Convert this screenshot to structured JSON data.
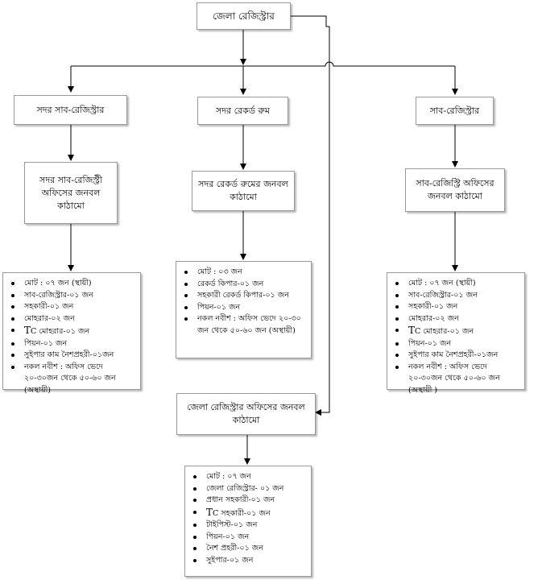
{
  "root": {
    "label": "জেলা রেজিস্ট্রার"
  },
  "columns": {
    "sadar_sub": {
      "title": "সদর সাব-রেজিস্ট্রার",
      "structure": "সদর সাব-রেজিস্ট্রী অফিসের জনবল কাঠামো",
      "items": [
        "মোট : ০৭ জন (স্থায়ী)",
        "সাব-রেজিস্ট্রার-০১ জন",
        "সহকারী-০১ জন",
        "মোহরার-০২ জন",
        "TC মোহরার-০১ জন",
        "পিয়ন-০১ জন",
        "সুইপার কাম নৈশপ্রহরী-০১জন",
        "নকল নবীশ : অফিস ভেদে ২০-৩০জন থেকে ৫০-৬০ জন (অস্থায়ী)"
      ]
    },
    "record_room": {
      "title": "সদর রেকর্ড রুম",
      "structure": "সদর রেকর্ড রুমের জনবল কাঠামো",
      "items": [
        "মোট : ০৩ জন",
        "রেকর্ড কিপার-০১ জন",
        "সহকারী রেকর্ড কিপার-০১ জন",
        "পিয়ন-০১ জন",
        "নকল নবীশ : অফিস ভেদে ২০-৩০ জন থেকে ৫০-৬০ জন (অস্থায়ী)"
      ]
    },
    "sub_registrar": {
      "title": "সাব-রেজিস্ট্রার",
      "structure": "সাব-রেজিস্ট্রি অফিসের জনবল কাঠামো",
      "items": [
        "মোট : ০৭ জন (স্থায়ী)",
        "সাব-রেজিস্ট্রার-০১ জন",
        "সহকারী-০১ জন",
        "মোহরার-০২ জন",
        "TC মোহরার-০১ জন",
        "পিয়ন-০১ জন",
        "সুইপার কাম নৈশপ্রহরী-০১জন",
        "নকল নবীশ : অফিস ভেদে ২০-৩০জন থেকে ৫০-৬০ জন (অস্থায়ী )"
      ]
    }
  },
  "district_office": {
    "structure": "জেলা রেজিস্ট্রার অফিসের জনবল কাঠামো",
    "items": [
      "মোট : ০৭ জন",
      "জেলা রেজিস্ট্রার- ০১ জন",
      "প্রধান সহকারী-০১ জন",
      "TC সহকারী-০১ জন",
      "টাইপিস্ট-০১ জন",
      "পিয়ন-০১ জন",
      "নৈশ প্রহরী-০১ জন",
      "সুইপার-০১ জন"
    ]
  }
}
